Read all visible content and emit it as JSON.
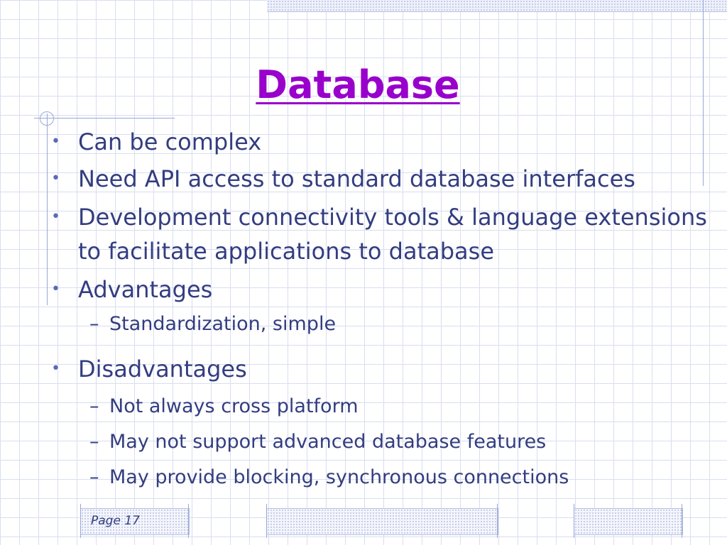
{
  "slide": {
    "title": "Database",
    "bullets": [
      {
        "text": "Can be complex",
        "sub": []
      },
      {
        "text": "Need API access to standard database interfaces",
        "sub": []
      },
      {
        "text": "Development connectivity tools & language extensions to facilitate applications to database",
        "sub": []
      },
      {
        "text": "Advantages",
        "sub": [
          "Standardization, simple"
        ]
      },
      {
        "text": "Disadvantages",
        "sub": [
          "Not always cross platform",
          "May not support advanced database features",
          "May provide blocking, synchronous connections"
        ]
      }
    ],
    "footer": {
      "page_label": "Page 17"
    }
  },
  "colors": {
    "title": "#9900cc",
    "text": "#333d80",
    "grid": "#d9def0",
    "accent": "#9aa7d6"
  }
}
